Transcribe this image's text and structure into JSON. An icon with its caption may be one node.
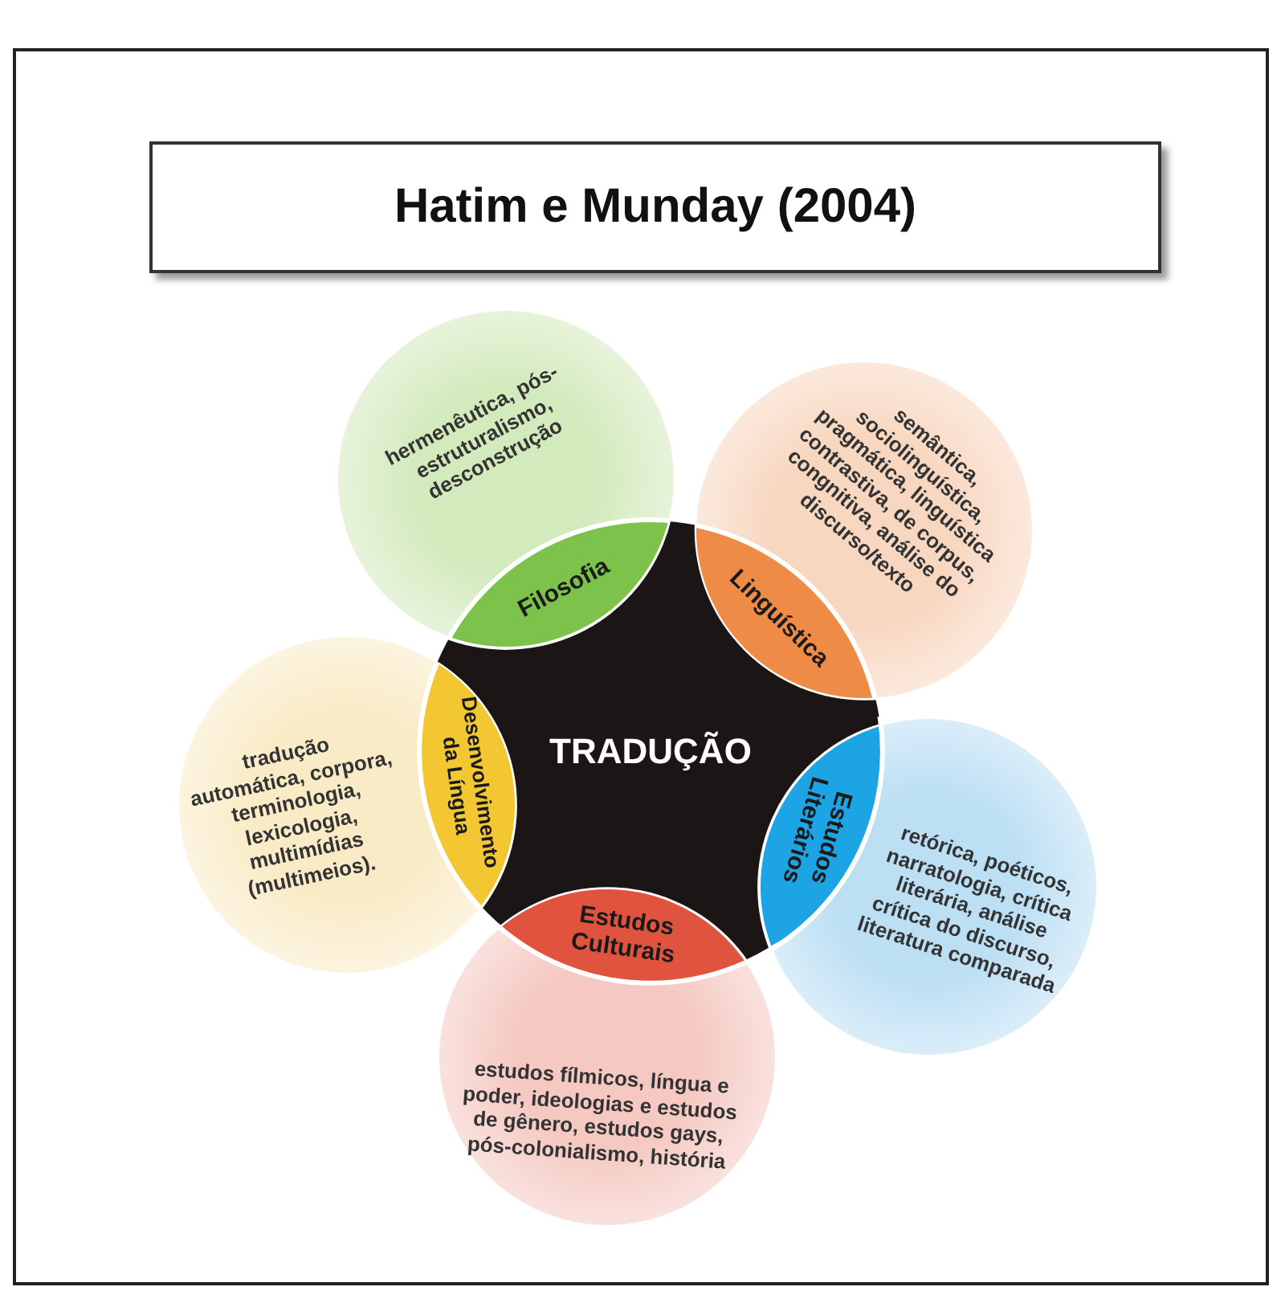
{
  "diagram": {
    "title": "Hatim e Munday (2004)",
    "nodes": [
      {
        "text": [
          "Filosofia",
          "hermenêutica, pós-estruturalismo, desconstrução"
        ]
      },
      {
        "text": [
          "Linguística",
          "semântica, sociolinguística, pragmática, linguística contrastiva, de corpus, congnitiva, análise do discurso/texto"
        ]
      },
      {
        "text": [
          "Desenvolvimento da Língua",
          "tradução automática, corpora, terminologia, lexicologia, multimídias (multimeios)."
        ]
      },
      {
        "text": [
          "TRADUÇÃO"
        ]
      },
      {
        "text": [
          "Estudos Literários",
          "retórica, poéticos, narratologia, crítica literária, análise crítica do discurso, literatura comparada"
        ]
      },
      {
        "text": [
          "Estudos Culturais",
          "estudos fílmicos, língua e poder, ideologias e estudos de gênero, estudos gays, pós-colonialismo, história"
        ]
      }
    ],
    "edges": []
  }
}
